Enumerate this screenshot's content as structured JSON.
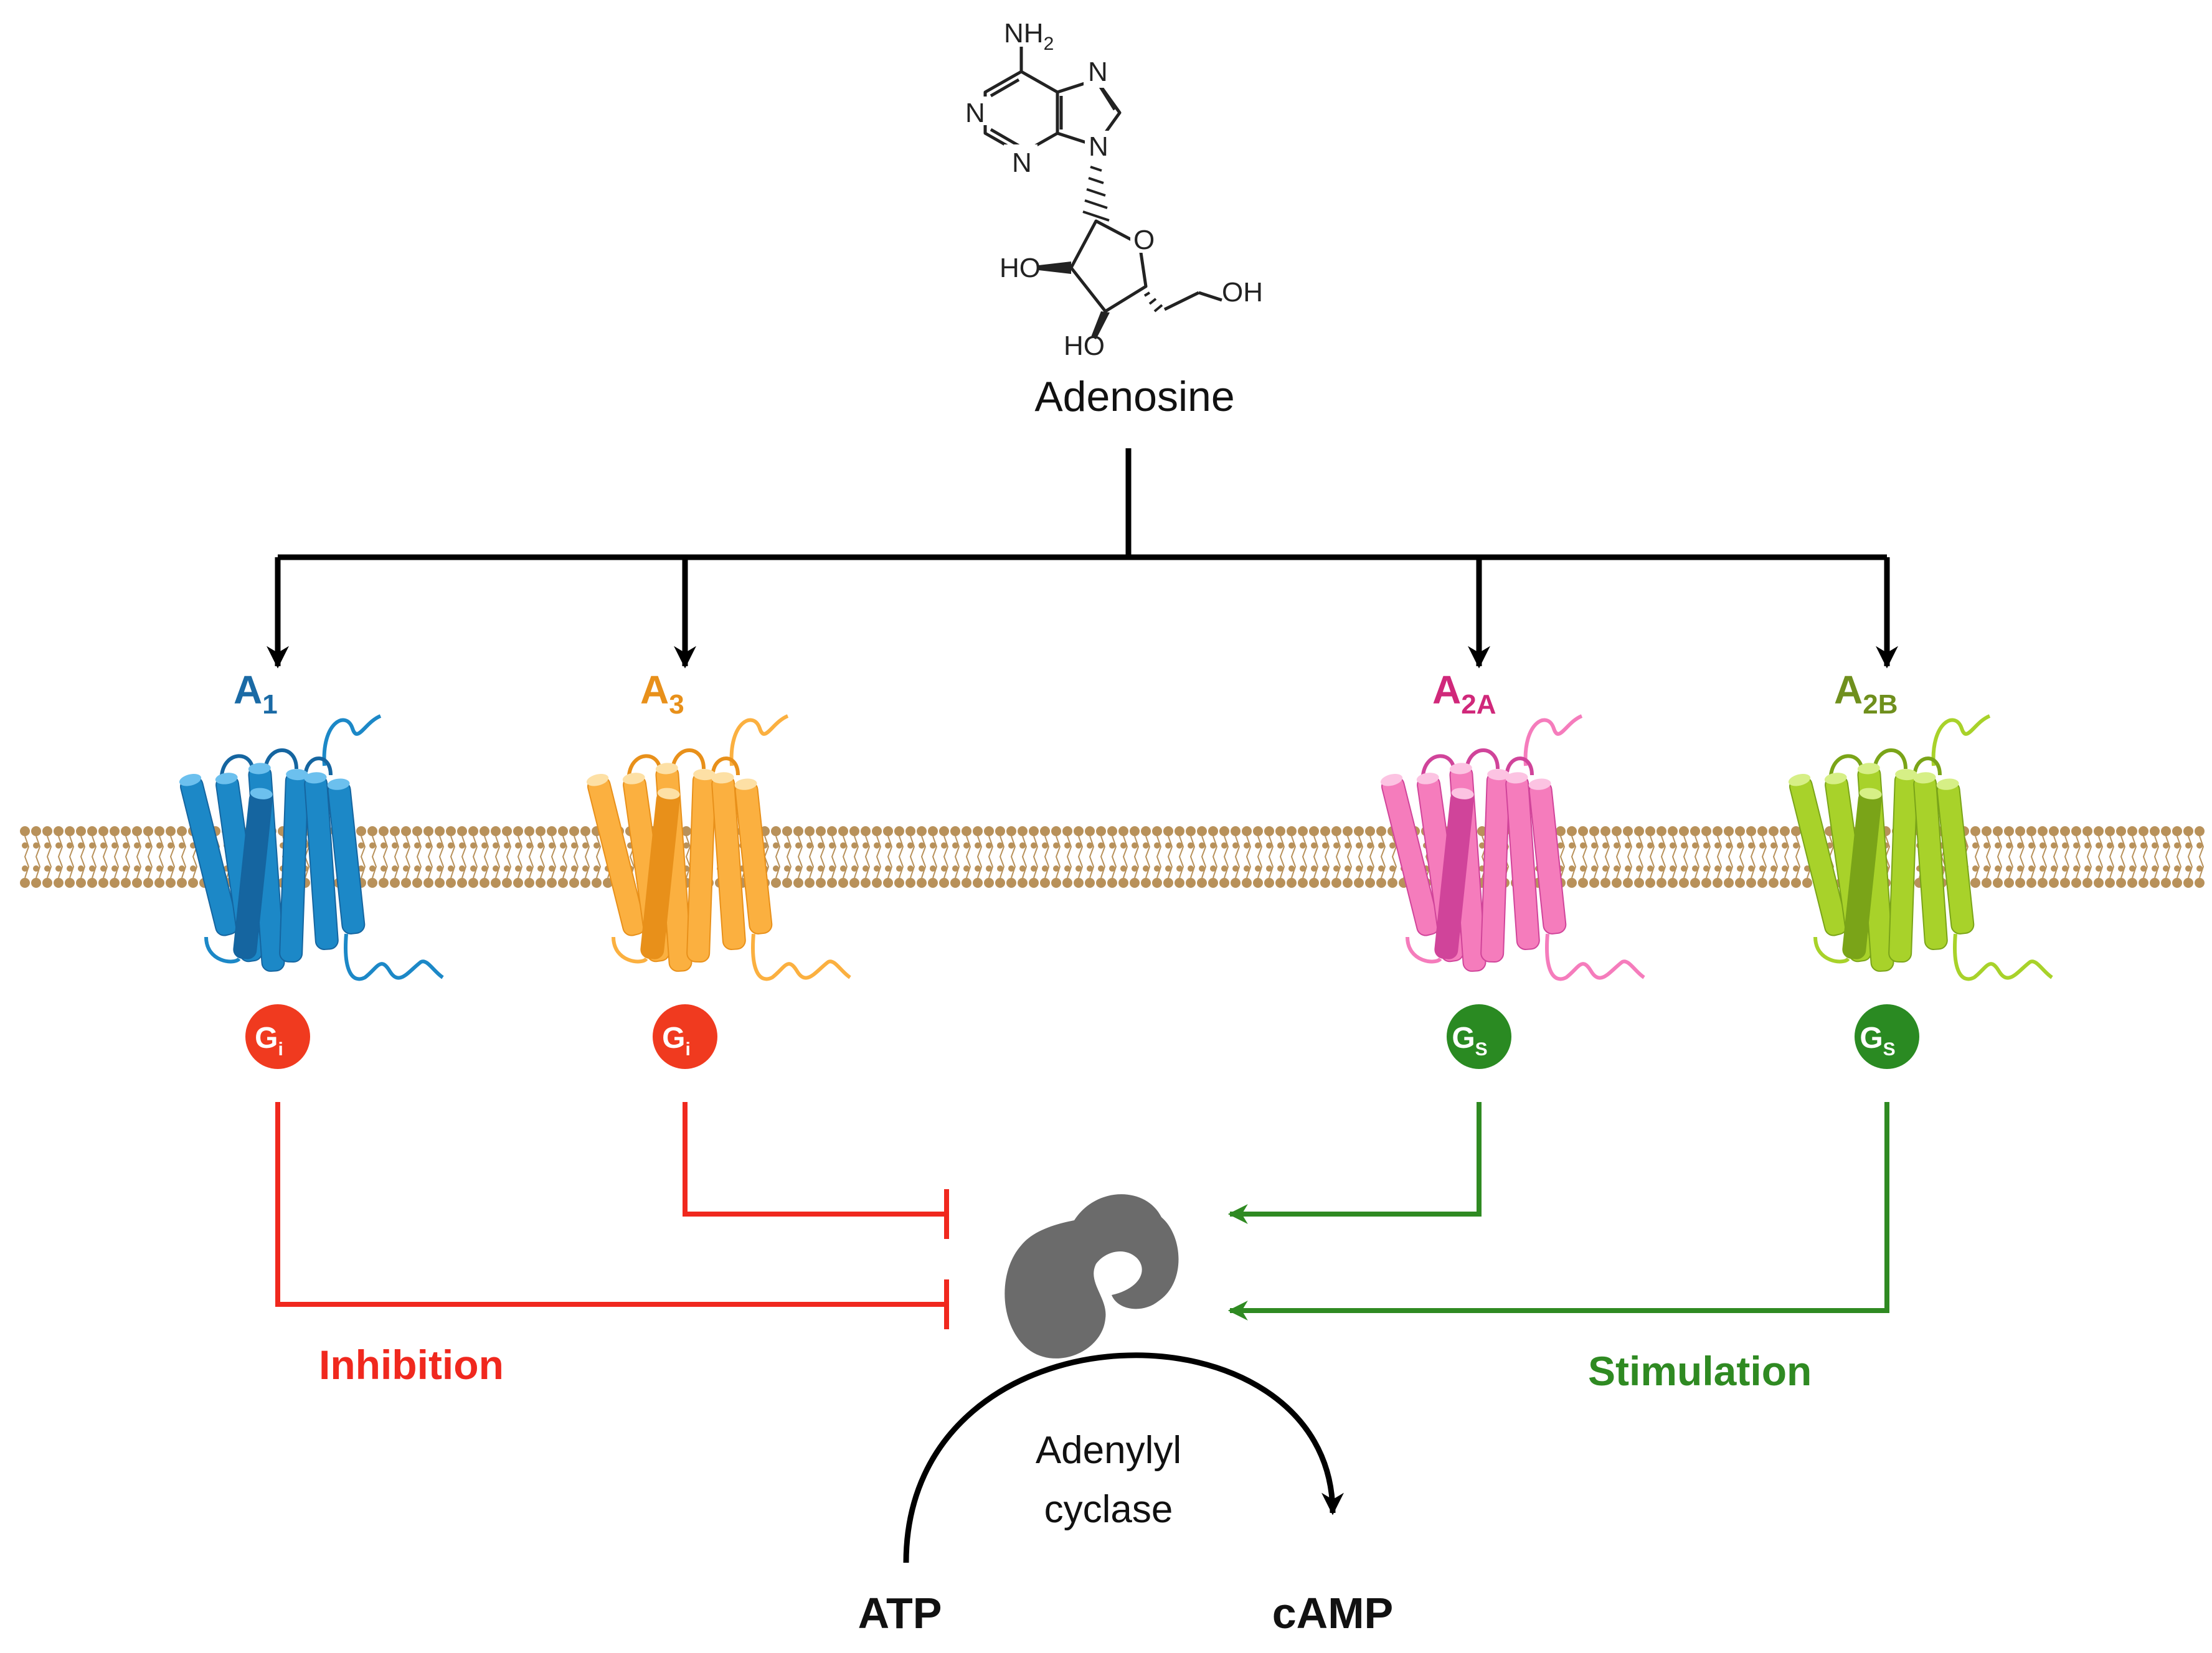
{
  "molecule": {
    "label": "Adenosine",
    "atoms": {
      "nh2_n": "NH",
      "nh2_sub": "2",
      "n1": "N",
      "n3": "N",
      "n7": "N",
      "n9": "N",
      "ring_o": "O",
      "ho_left": "HO",
      "ho_bottom": "HO",
      "oh_right": "OH"
    }
  },
  "receptors": [
    {
      "name": "A",
      "sub": "1",
      "gprotein": "G",
      "gsub": "i",
      "color": "#1c88c7",
      "dark": "#1565a0",
      "light": "#6cc0ee",
      "label_color": "#1a6aa5",
      "gcolor": "#f03a1f"
    },
    {
      "name": "A",
      "sub": "3",
      "gprotein": "G",
      "gsub": "i",
      "color": "#fbb040",
      "dark": "#e8901a",
      "light": "#fde0a5",
      "label_color": "#e8901a",
      "gcolor": "#f03a1f"
    },
    {
      "name": "A",
      "sub": "2A",
      "gprotein": "G",
      "gsub": "S",
      "color": "#f57cbc",
      "dark": "#d0449a",
      "light": "#fcc3e2",
      "label_color": "#d0287a",
      "gcolor": "#2a8a22"
    },
    {
      "name": "A",
      "sub": "2B",
      "gprotein": "G",
      "gsub": "S",
      "color": "#a8d22a",
      "dark": "#7aa418",
      "light": "#d6ef86",
      "label_color": "#6f8f1d",
      "gcolor": "#2a8a22"
    }
  ],
  "effects": {
    "inhibition": "Inhibition",
    "stimulation": "Stimulation",
    "inhibition_color": "#f0281e",
    "stimulation_color": "#2f8a22"
  },
  "enzyme": {
    "label_line1": "Adenylyl",
    "label_line2": "cyclase",
    "color": "#6b6b6b"
  },
  "reaction": {
    "substrate": "ATP",
    "product": "cAMP"
  },
  "membrane": {
    "color": "#b8915a"
  }
}
